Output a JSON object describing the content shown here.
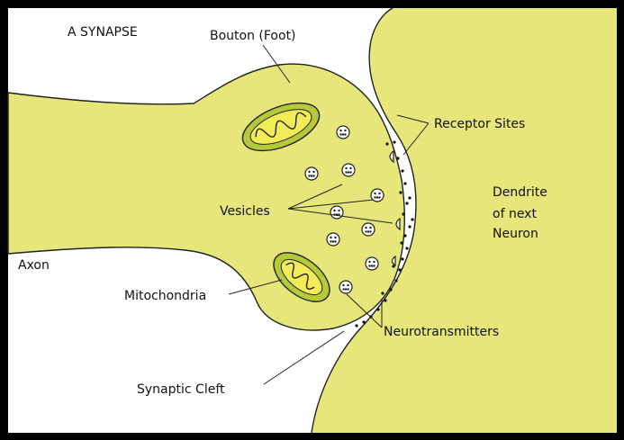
{
  "title": "A SYNAPSE",
  "labels": {
    "bouton": "Bouton (Foot)",
    "receptor_sites": "Receptor Sites",
    "dendrite_line1": "Dendrite",
    "dendrite_line2": "of next",
    "dendrite_line3": "Neuron",
    "vesicles": "Vesicles",
    "axon": "Axon",
    "mitochondria": "Mitochondria",
    "neurotransmitters": "Neurotransmitters",
    "synaptic_cleft": "Synaptic Cleft"
  },
  "colors": {
    "tissue": "#e6e67a",
    "mitochondria_fill": "#b5c93a",
    "mitochondria_inner": "#f2ec58",
    "background": "#ffffff",
    "frame": "#000000",
    "line": "#222222"
  }
}
